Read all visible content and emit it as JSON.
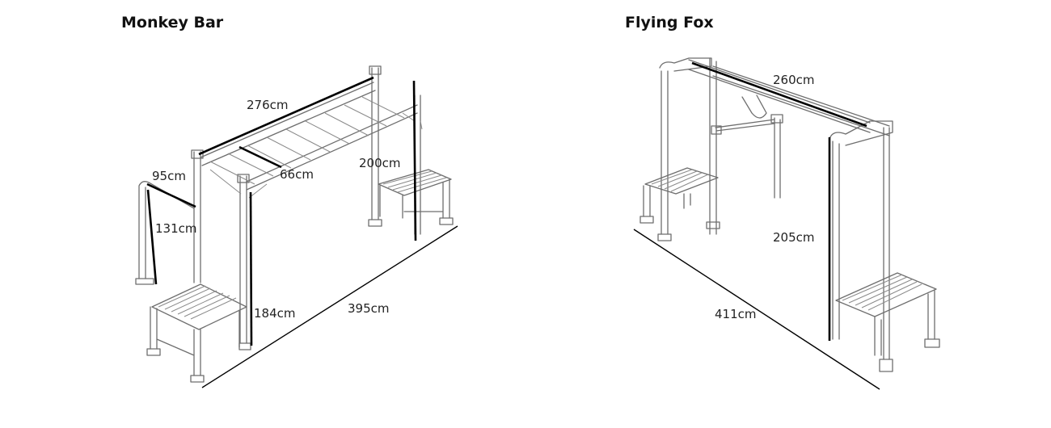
{
  "panels": {
    "left": {
      "title": "Monkey Bar",
      "dims": {
        "top_length": "276cm",
        "rung_width": "66cm",
        "side_width": "95cm",
        "side_height": "131cm",
        "back_height": "200cm",
        "front_height": "184cm",
        "base_length": "395cm"
      }
    },
    "right": {
      "title": "Flying Fox",
      "dims": {
        "top_length": "260cm",
        "height": "205cm",
        "base_length": "411cm"
      }
    }
  },
  "colors": {
    "frame": "#6e6e6e",
    "dimension": "#000000",
    "text": "#222222"
  }
}
